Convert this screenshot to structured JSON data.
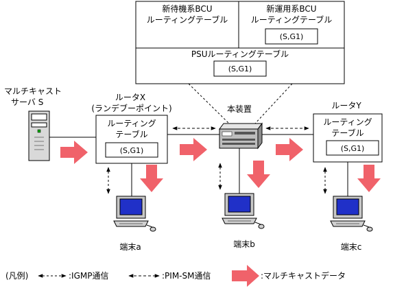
{
  "device": {
    "label": "本装置",
    "standby_bcu_table": [
      "新待機系BCU",
      "ルーティングテーブル"
    ],
    "active_bcu_table": [
      "新運用系BCU",
      "ルーティングテーブル"
    ],
    "active_bcu_entry": "(S,G1)",
    "psu_table": "PSUルーティングテーブル",
    "psu_entry": "(S,G1)"
  },
  "server": {
    "label": [
      "マルチキャスト",
      "サーバ S"
    ]
  },
  "router_x": {
    "label": [
      "ルータX",
      "(ランデブーポイント)"
    ],
    "table": [
      "ルーティング",
      "テーブル"
    ],
    "entry": "(S,G1)"
  },
  "router_y": {
    "label": "ルータY",
    "table": [
      "ルーティング",
      "テーブル"
    ],
    "entry": "(S,G1)"
  },
  "terminals": {
    "a": "端末a",
    "b": "端末b",
    "c": "端末c"
  },
  "legend": {
    "title": "(凡例)",
    "igmp": ":IGMP通信",
    "pim": ":PIM-SM通信",
    "multicast": ":マルチキャストデータ"
  }
}
